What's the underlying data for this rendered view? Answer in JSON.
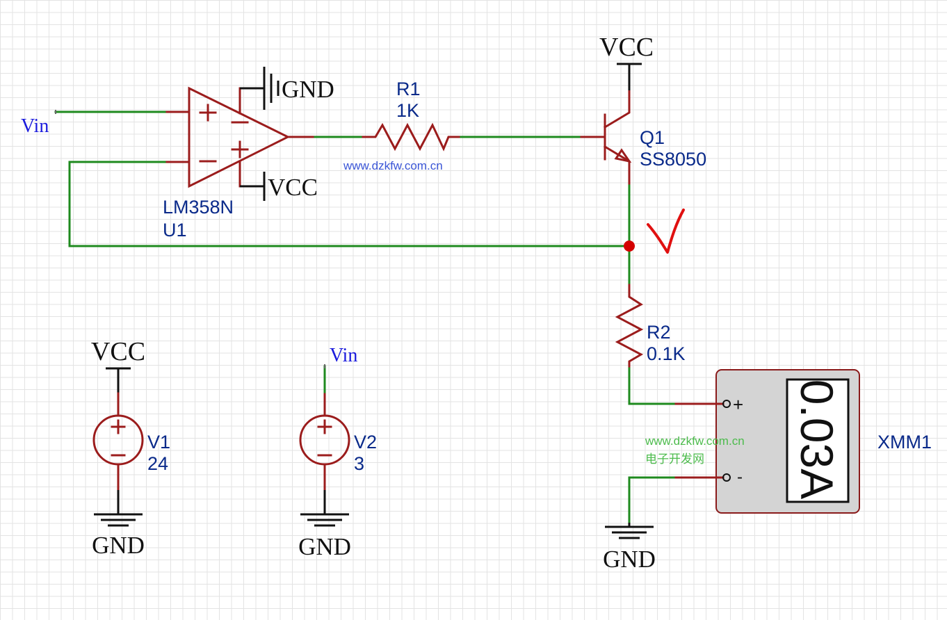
{
  "net_labels": {
    "vin_input": "Vin",
    "opamp_gnd": "GND",
    "opamp_vcc": "VCC",
    "transistor_vcc": "VCC",
    "v1_top": "VCC",
    "v1_bottom": "GND",
    "v2_top": "Vin",
    "v2_bottom": "GND",
    "meter_gnd": "GND"
  },
  "components": {
    "opamp": {
      "part": "LM358N",
      "ref": "U1"
    },
    "r1": {
      "ref": "R1",
      "value": "1K"
    },
    "q1": {
      "ref": "Q1",
      "part": "SS8050"
    },
    "r2": {
      "ref": "R2",
      "value": "0.1K"
    },
    "v1": {
      "ref": "V1",
      "value": "24"
    },
    "v2": {
      "ref": "V2",
      "value": "3"
    },
    "multimeter": {
      "ref": "XMM1",
      "reading": "0.03A",
      "plus": "+",
      "minus": "-"
    }
  },
  "watermarks": {
    "blue": "www.dzkfw.com.cn",
    "green_url": "www.dzkfw.com.cn",
    "green_name": "电子开发网"
  },
  "colors": {
    "wire": "#1e8a1e",
    "pin": "#9b1c1c",
    "junction": "#d40000",
    "annotation": "#e01010",
    "meter_body": "#d4d4d4"
  }
}
